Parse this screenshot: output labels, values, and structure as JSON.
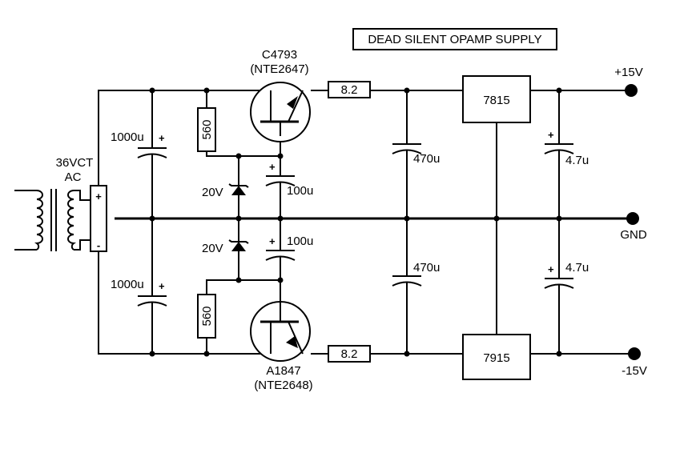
{
  "title": "DEAD SILENT OPAMP SUPPLY",
  "transformer": {
    "line1": "36VCT",
    "line2": "AC",
    "icon": "transformer-icon"
  },
  "bridge": {
    "plus": "+",
    "minus": "-"
  },
  "caps": {
    "filter_top": "1000u",
    "filter_bottom": "1000u",
    "base_top": "100u",
    "base_bottom": "100u",
    "mid_top": "470u",
    "mid_bottom": "470u",
    "out_top": "4.7u",
    "out_bottom": "4.7u",
    "plus_sign": "+"
  },
  "zeners": {
    "top": "20V",
    "bottom": "20V"
  },
  "resistors": {
    "bias_top": "560",
    "bias_bottom": "560",
    "series_top": "8.2",
    "series_bottom": "8.2"
  },
  "transistors": {
    "top": {
      "part": "C4793",
      "alt": "(NTE2647)"
    },
    "bottom": {
      "part": "A1847",
      "alt": "(NTE2648)"
    }
  },
  "regulators": {
    "positive": "7815",
    "negative": "7915"
  },
  "outputs": {
    "positive": "+15V",
    "ground": "GND",
    "negative": "-15V"
  }
}
